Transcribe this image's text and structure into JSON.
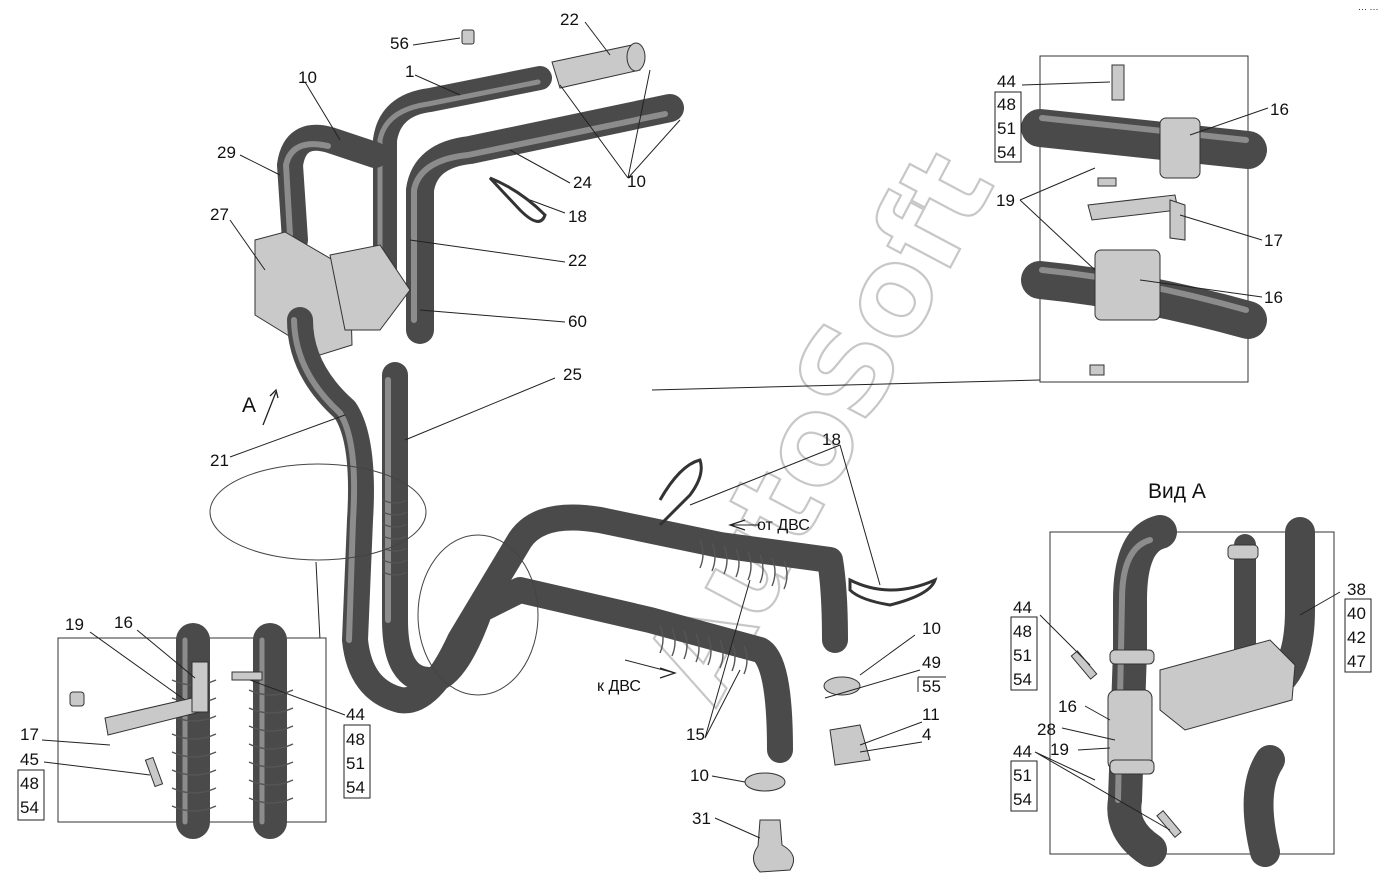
{
  "title_view": "Вид А",
  "watermark": "AutoSoft",
  "direction_labels": {
    "from_engine": "от ДВС",
    "to_engine": "к ДВС"
  },
  "view_marker": "А",
  "callouts": {
    "c56": "56",
    "c22a": "22",
    "c1": "1",
    "c10a": "10",
    "c29": "29",
    "c10b": "10",
    "c24": "24",
    "c18a": "18",
    "c27": "27",
    "c22b": "22",
    "c60": "60",
    "c25": "25",
    "c21": "21",
    "c18b": "18",
    "c10c": "10",
    "c49": "49",
    "c55": "55",
    "c11": "11",
    "c4": "4",
    "c15": "15",
    "c10d": "10",
    "c31": "31"
  },
  "detail_top_right": {
    "labels": [
      "44",
      "48",
      "51",
      "54"
    ],
    "c16a": "16",
    "c19": "19",
    "c17": "17",
    "c16b": "16"
  },
  "detail_bottom_left": {
    "c19": "19",
    "c16": "16",
    "c17": "17",
    "left_stack": [
      "45",
      "48",
      "54"
    ],
    "right_stack": [
      "44",
      "48",
      "51",
      "54"
    ]
  },
  "detail_view_a": {
    "left_stack_top": [
      "44",
      "48",
      "51",
      "54"
    ],
    "right_stack": [
      "38",
      "40",
      "42",
      "47"
    ],
    "c16": "16",
    "c28": "28",
    "c19": "19",
    "left_stack_bottom": [
      "44",
      "51",
      "54"
    ]
  },
  "corner_mark": "··· ···"
}
